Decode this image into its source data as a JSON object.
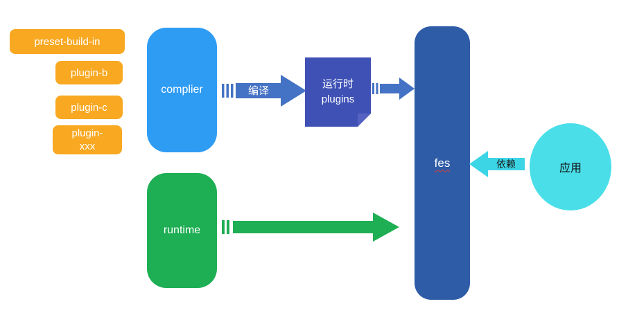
{
  "diagram": {
    "orange_boxes": [
      {
        "lines": [
          "preset-build-in"
        ]
      },
      {
        "lines": [
          "plugin-b"
        ]
      },
      {
        "lines": [
          "plugin-c"
        ]
      },
      {
        "lines": [
          "plugin-",
          "xxx"
        ]
      }
    ],
    "complier": {
      "label": "complier",
      "color": "#2F9CF4"
    },
    "runtime": {
      "label": "runtime",
      "color": "#1EAE54"
    },
    "runtime_plugins": {
      "lines": [
        "运行时",
        "plugins"
      ],
      "color": "#3F51B5"
    },
    "fes": {
      "label": "fes",
      "color": "#2E5CA6"
    },
    "app": {
      "label": "应用",
      "color": "#4ADEE9"
    },
    "arrows": {
      "compile": {
        "label": "编译",
        "color": "#4472C4"
      },
      "plugins_to_fes": {
        "color": "#4472C4"
      },
      "runtime_to_fes": {
        "color": "#1EAE54"
      },
      "depend": {
        "label": "依赖",
        "color": "#3CD5E6"
      }
    },
    "colors": {
      "orange": "#F8A821"
    }
  }
}
